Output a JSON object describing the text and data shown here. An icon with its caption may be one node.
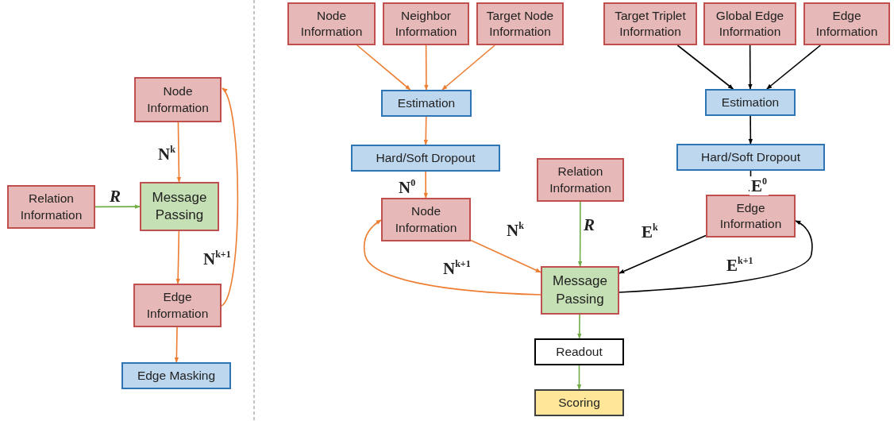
{
  "diagram": {
    "nodes": [
      {
        "text": [
          "Node Information"
        ]
      },
      {
        "text": [
          "Relation Information"
        ]
      },
      {
        "text": [
          "Message Passing"
        ]
      },
      {
        "text": [
          "Edge Information"
        ]
      },
      {
        "text": [
          "Edge Masking"
        ]
      },
      {
        "text": [
          "Node Information"
        ]
      },
      {
        "text": [
          "Neighbor Information"
        ]
      },
      {
        "text": [
          "Target Node Information"
        ]
      },
      {
        "text": [
          "Target Triplet Information"
        ]
      },
      {
        "text": [
          "Global Edge Information"
        ]
      },
      {
        "text": [
          "Edge Information"
        ]
      },
      {
        "text": [
          "Estimation"
        ]
      },
      {
        "text": [
          "Estimation"
        ]
      },
      {
        "text": [
          "Hard/Soft Dropout"
        ]
      },
      {
        "text": [
          "Hard/Soft Dropout"
        ]
      },
      {
        "text": [
          "Relation Information"
        ]
      },
      {
        "text": [
          "Node Information"
        ]
      },
      {
        "text": [
          "Edge Information"
        ]
      },
      {
        "text": [
          "Message Passing"
        ]
      },
      {
        "text": [
          "Readout"
        ]
      },
      {
        "text": [
          "Scoring"
        ]
      }
    ],
    "edges": [
      {
        "from": 0,
        "to": 2,
        "arrow": "to",
        "label": "N$^{k}$"
      },
      {
        "from": 1,
        "to": 2,
        "arrow": "to",
        "label": "*R*",
        "color": "#70ad47"
      },
      {
        "from": 2,
        "to": 3,
        "arrow": "to"
      },
      {
        "from": 3,
        "to": 0,
        "arrow": "to",
        "label": "N$^{k+1}$"
      },
      {
        "from": 3,
        "to": 4,
        "arrow": "to"
      },
      {
        "from": 5,
        "to": 11,
        "arrow": "to"
      },
      {
        "from": 6,
        "to": 11,
        "arrow": "to"
      },
      {
        "from": 7,
        "to": 11,
        "arrow": "to"
      },
      {
        "from": 8,
        "to": 12,
        "arrow": "to",
        "color": "#000000"
      },
      {
        "from": 9,
        "to": 12,
        "arrow": "to",
        "color": "#000000"
      },
      {
        "from": 10,
        "to": 12,
        "arrow": "to",
        "color": "#000000"
      },
      {
        "from": 11,
        "to": 13,
        "arrow": "to"
      },
      {
        "from": 12,
        "to": 14,
        "arrow": "to",
        "color": "#000000"
      },
      {
        "from": 13,
        "to": 16,
        "arrow": "to",
        "label": "N$^{0}$"
      },
      {
        "from": 14,
        "to": 17,
        "arrow": "to",
        "label": "E$^{0}$",
        "color": "#000000"
      },
      {
        "from": 16,
        "to": 18,
        "arrow": "to",
        "label": "N$^{k}$"
      },
      {
        "from": 15,
        "to": 18,
        "arrow": "to",
        "label": "*R*",
        "color": "#70ad47"
      },
      {
        "from": 17,
        "to": 18,
        "arrow": "to",
        "label": "E$^{k}$",
        "color": "#000000"
      },
      {
        "from": 18,
        "to": 16,
        "arrow": "to",
        "label": "N$^{k+1}$"
      },
      {
        "from": 18,
        "to": 17,
        "arrow": "to",
        "label": "E$^{k+1}$",
        "color": "#000000"
      },
      {
        "from": 18,
        "to": 19,
        "arrow": "to",
        "color": "#70ad47"
      },
      {
        "from": 19,
        "to": 20,
        "arrow": "to",
        "color": "#70ad47"
      }
    ]
  }
}
